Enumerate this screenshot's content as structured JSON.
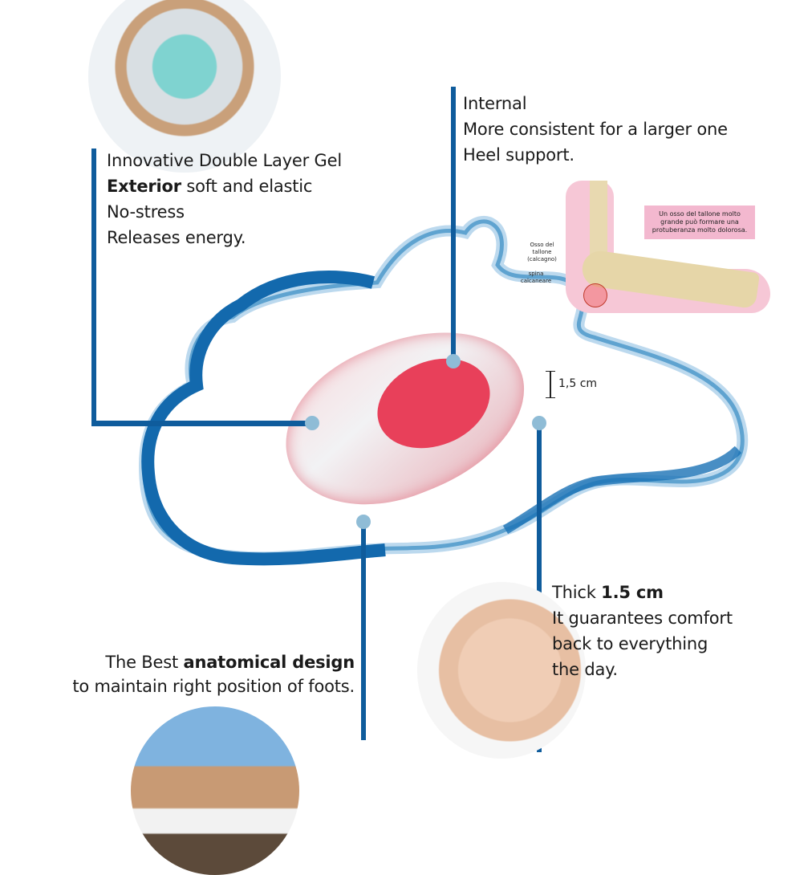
{
  "feature_exterior": {
    "line1": "Innovative Double Layer Gel",
    "line2_bold": "Exterior",
    "line2_rest": " soft and elastic",
    "line3": "No-stress",
    "line4": "Releases energy."
  },
  "feature_internal": {
    "line1": "Internal",
    "line2": "More consistent for a larger one",
    "line3": "Heel support."
  },
  "feature_thickness": {
    "line1_pre": "Thick ",
    "line1_bold": "1.5 cm",
    "line2": "It guarantees comfort",
    "line3": "back to everything",
    "line4": "the day."
  },
  "feature_design": {
    "line1_pre": "The Best ",
    "line1_bold": "anatomical design",
    "line2": "to maintain right position of foots."
  },
  "dimension_label": "1,5 cm",
  "foot_diagram": {
    "note": "Un osso del tallone molto grande può formare una protuberanza molto dolorosa.",
    "label_bone": "Osso del tallone (calcagno)",
    "label_spur": "spina calcaneare"
  },
  "colors": {
    "accent_blue": "#0f5c9c",
    "dot_blue": "#8fbcd6",
    "gel_red": "#e8405a"
  }
}
